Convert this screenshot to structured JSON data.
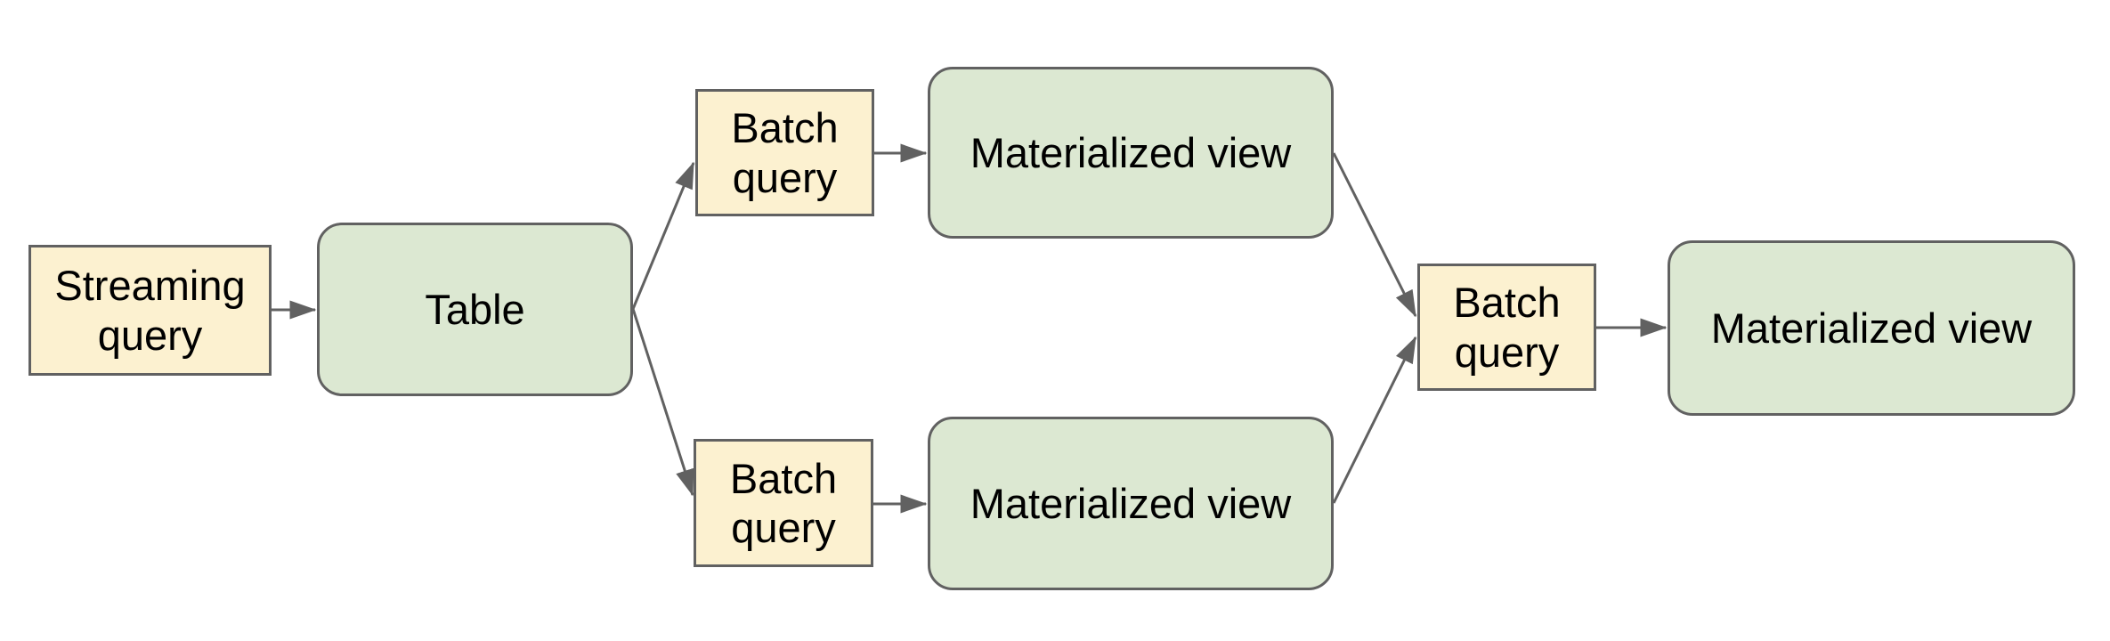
{
  "diagram": {
    "colors": {
      "query_node_fill": "#fcf1d0",
      "view_node_fill": "#dce8d2",
      "node_border": "#616161",
      "edge": "#616161",
      "text": "#000000",
      "background": "#ffffff"
    },
    "nodes": [
      {
        "id": "streaming-query",
        "label": "Streaming query",
        "kind": "query",
        "shape": "rectangle"
      },
      {
        "id": "table",
        "label": "Table",
        "kind": "view",
        "shape": "rounded-rectangle"
      },
      {
        "id": "batch-query-top",
        "label": "Batch query",
        "kind": "query",
        "shape": "rectangle"
      },
      {
        "id": "materialized-view-top",
        "label": "Materialized view",
        "kind": "view",
        "shape": "rounded-rectangle"
      },
      {
        "id": "batch-query-bottom",
        "label": "Batch query",
        "kind": "query",
        "shape": "rectangle"
      },
      {
        "id": "materialized-view-bottom",
        "label": "Materialized view",
        "kind": "view",
        "shape": "rounded-rectangle"
      },
      {
        "id": "batch-query-right",
        "label": "Batch query",
        "kind": "query",
        "shape": "rectangle"
      },
      {
        "id": "materialized-view-right",
        "label": "Materialized view",
        "kind": "view",
        "shape": "rounded-rectangle"
      }
    ],
    "edges": [
      {
        "from": "streaming-query",
        "to": "table"
      },
      {
        "from": "table",
        "to": "batch-query-top"
      },
      {
        "from": "table",
        "to": "batch-query-bottom"
      },
      {
        "from": "batch-query-top",
        "to": "materialized-view-top"
      },
      {
        "from": "batch-query-bottom",
        "to": "materialized-view-bottom"
      },
      {
        "from": "materialized-view-top",
        "to": "batch-query-right"
      },
      {
        "from": "materialized-view-bottom",
        "to": "batch-query-right"
      },
      {
        "from": "batch-query-right",
        "to": "materialized-view-right"
      }
    ]
  }
}
